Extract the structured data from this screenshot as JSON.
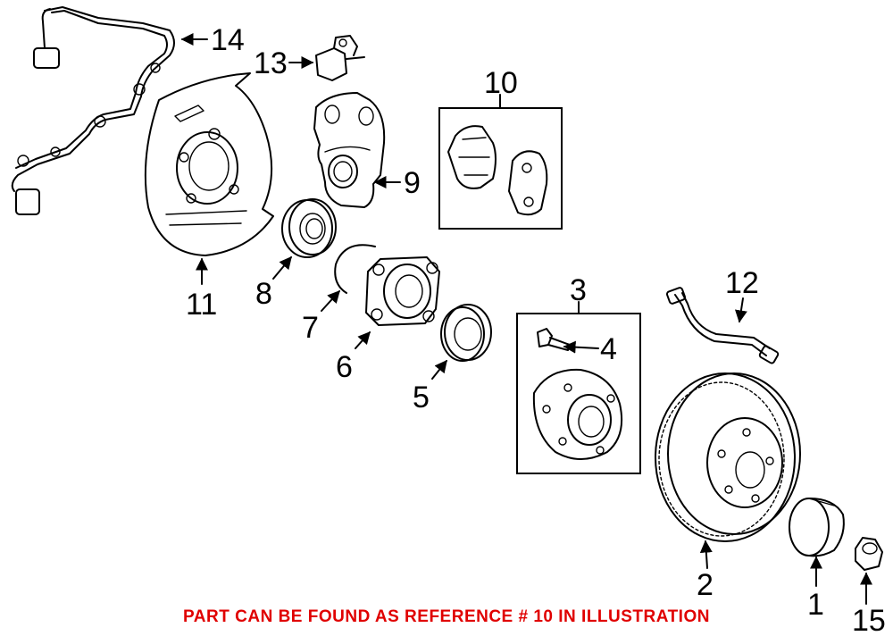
{
  "callouts": {
    "c1": "1",
    "c2": "2",
    "c3": "3",
    "c4": "4",
    "c5": "5",
    "c6": "6",
    "c7": "7",
    "c8": "8",
    "c9": "9",
    "c10": "10",
    "c11": "11",
    "c12": "12",
    "c13": "13",
    "c14": "14",
    "c15": "15"
  },
  "footer_note": "PART CAN BE FOUND AS REFERENCE # 10 IN ILLUSTRATION",
  "colors": {
    "note": "#e00000",
    "line": "#000000"
  }
}
